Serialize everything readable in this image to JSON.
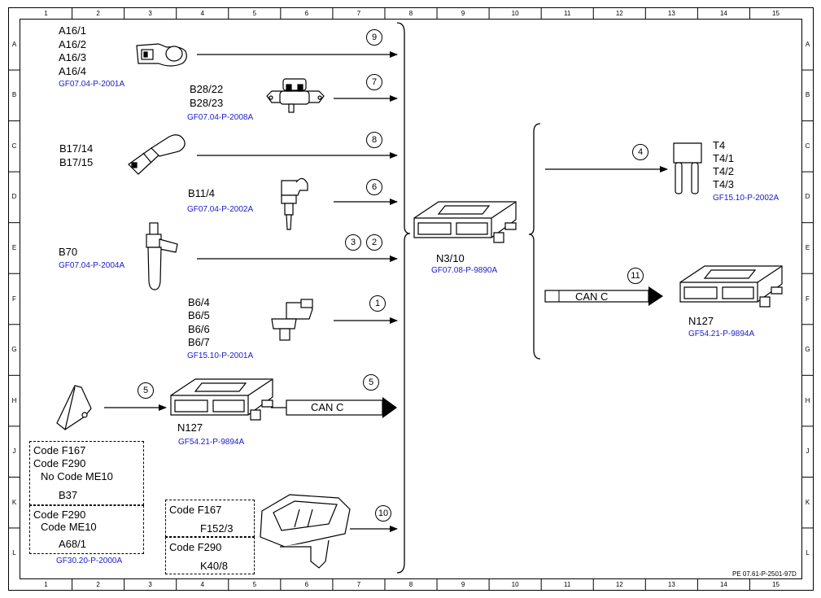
{
  "grid": {
    "columns": [
      "1",
      "2",
      "3",
      "4",
      "5",
      "6",
      "7",
      "8",
      "9",
      "10",
      "11",
      "12",
      "13",
      "14",
      "15"
    ],
    "rows": [
      "A",
      "B",
      "C",
      "D",
      "E",
      "F",
      "G",
      "H",
      "J",
      "K",
      "L"
    ]
  },
  "sensors": {
    "knock": {
      "lines": [
        "A16/1",
        "A16/2",
        "A16/3",
        "A16/4"
      ],
      "ref": "GF07.04-P-2001A",
      "num": "9"
    },
    "pressure": {
      "lines": [
        "B28/22",
        "B28/23"
      ],
      "ref": "GF07.04-P-2008A",
      "num": "7"
    },
    "b17": {
      "lines": [
        "B17/14",
        "B17/15"
      ],
      "num": "8"
    },
    "coolant": {
      "lines": [
        "B11/4"
      ],
      "ref": "GF07.04-P-2002A",
      "num": "6"
    },
    "crank": {
      "lines": [
        "B70"
      ],
      "ref": "GF07.04-P-2004A",
      "num_a": "3",
      "num_b": "2"
    },
    "cam": {
      "lines": [
        "B6/4",
        "B6/5",
        "B6/6",
        "B6/7"
      ],
      "ref": "GF15.10-P-2001A",
      "num": "1"
    }
  },
  "pedal_chain": {
    "num_in": "5",
    "num_out": "5",
    "module": {
      "name": "N127",
      "ref": "GF54.21-P-9894A"
    },
    "can_label": "CAN C",
    "box1": {
      "l1": "Code F167",
      "l2": "Code F290",
      "l3": "No Code ME10",
      "l4": "B37"
    },
    "box2": {
      "l1": "Code F290",
      "l2": "Code ME10",
      "l3": "A68/1"
    },
    "box_ref": "GF30.20-P-2000A"
  },
  "ignition": {
    "num": "10",
    "box1": {
      "l1": "Code F167",
      "l2": "F152/3"
    },
    "box2": {
      "l1": "Code F290",
      "l2": "K40/8"
    }
  },
  "controller": {
    "name": "N3/10",
    "ref": "GF07.08-P-9890A"
  },
  "outputs": {
    "coils": {
      "num": "4",
      "lines": [
        "T4",
        "T4/1",
        "T4/2",
        "T4/3"
      ],
      "ref": "GF15.10-P-2002A"
    },
    "can_out": {
      "num": "11",
      "can_label": "CAN C",
      "module": {
        "name": "N127",
        "ref": "GF54.21-P-9894A"
      }
    }
  },
  "footer": "PE 07.61-P-2501-97D"
}
